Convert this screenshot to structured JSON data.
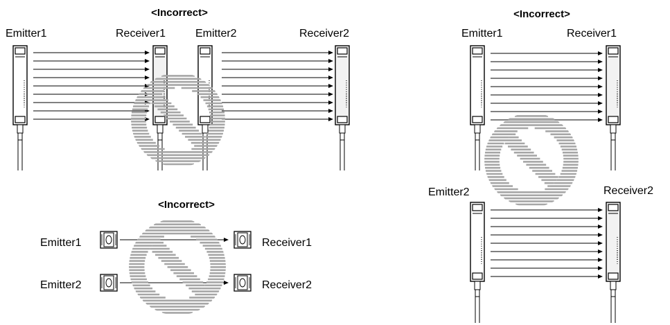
{
  "panels": {
    "top_left": {
      "title": "<Incorrect>",
      "labels": [
        "Emitter1",
        "Receiver1",
        "Emitter2",
        "Receiver2"
      ]
    },
    "bottom_left": {
      "title": "<Incorrect>",
      "labels": [
        "Emitter1",
        "Receiver1",
        "Emitter2",
        "Receiver2"
      ]
    },
    "right": {
      "title": "<Incorrect>",
      "labels": [
        "Emitter1",
        "Receiver1",
        "Emitter2",
        "Receiver2"
      ]
    }
  },
  "colors": {
    "prohibition_stripes": "#a6a6a6",
    "outline": "#000000",
    "receiver_fill": "#f2f2f2"
  },
  "icons": [
    "prohibition-icon"
  ]
}
